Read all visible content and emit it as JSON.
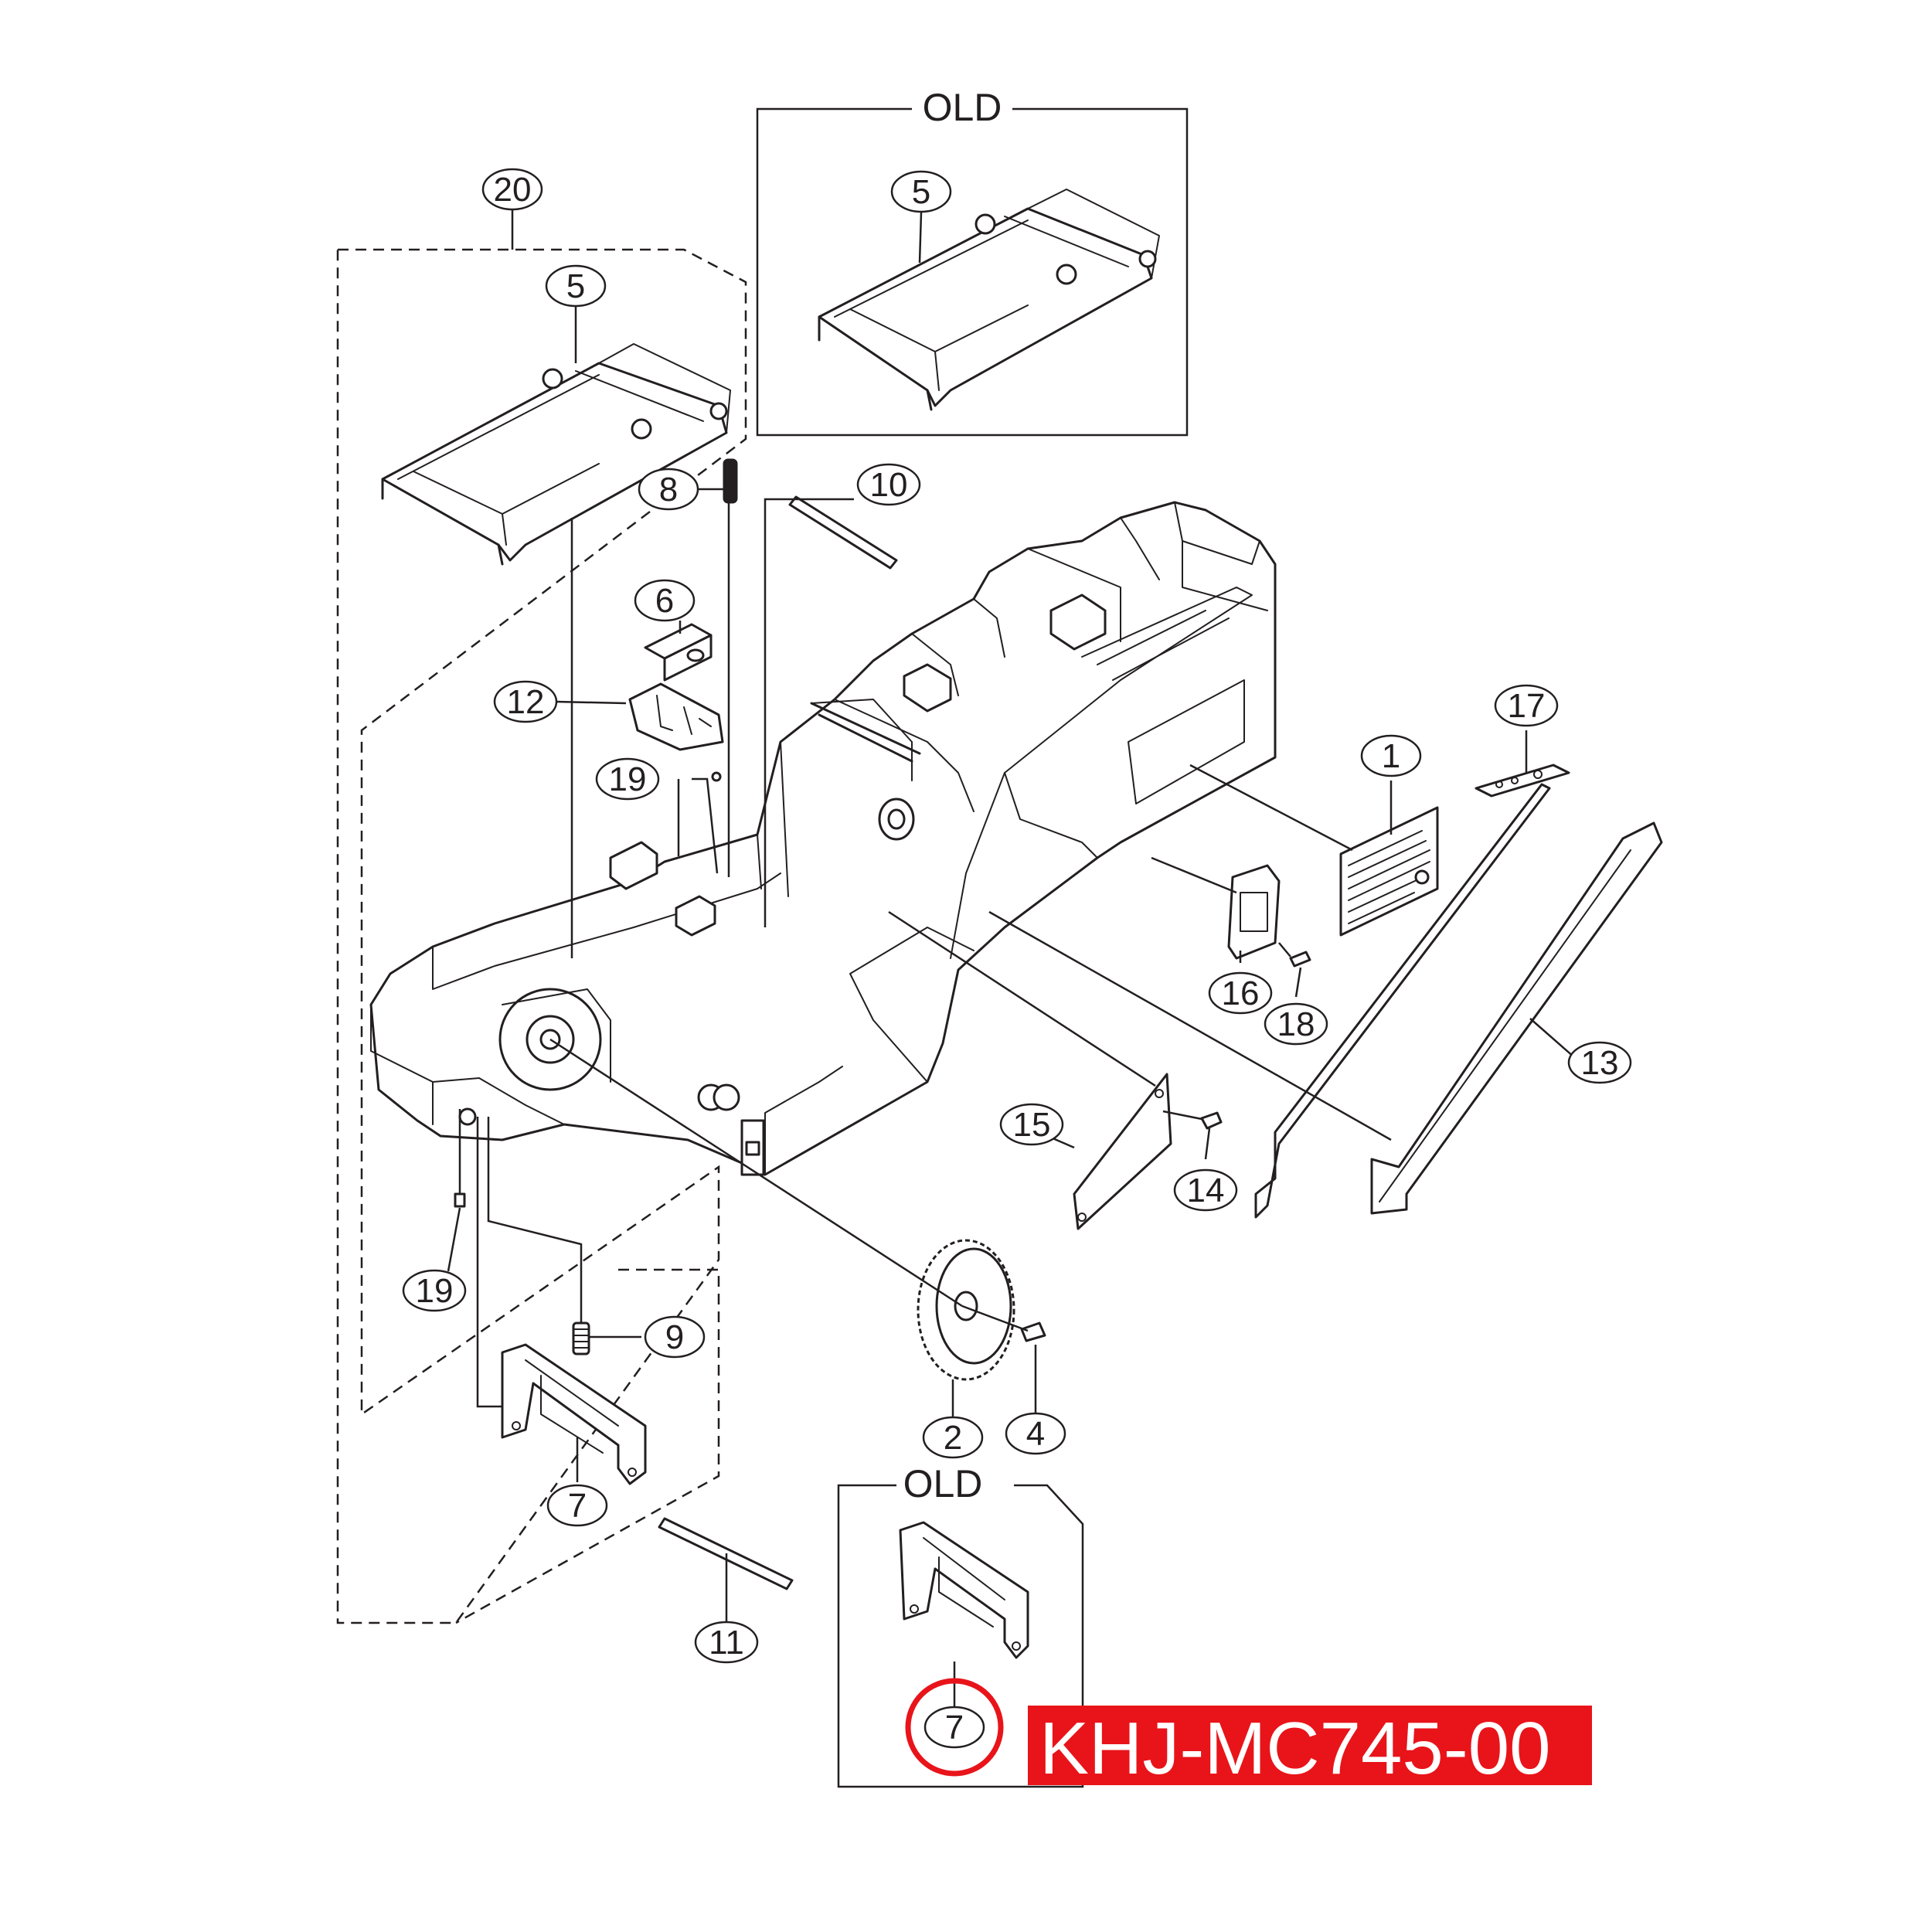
{
  "diagram": {
    "old_box_label": "OLD",
    "callouts": {
      "c20": "20",
      "c5a": "5",
      "c5b": "5",
      "c8": "8",
      "c10": "10",
      "c6": "6",
      "c12": "12",
      "c19a": "19",
      "c19b": "19",
      "c1": "1",
      "c17": "17",
      "c16": "16",
      "c18": "18",
      "c13": "13",
      "c15": "15",
      "c14": "14",
      "c9": "9",
      "c2": "2",
      "c4": "4",
      "c7a": "7",
      "c7b": "7",
      "c11": "11"
    },
    "old_box_top_label": "OLD",
    "old_box_bottom_label": "OLD"
  },
  "part_number": {
    "text": "KHJ-MC745-00",
    "highlight_color": "#e8141a"
  }
}
